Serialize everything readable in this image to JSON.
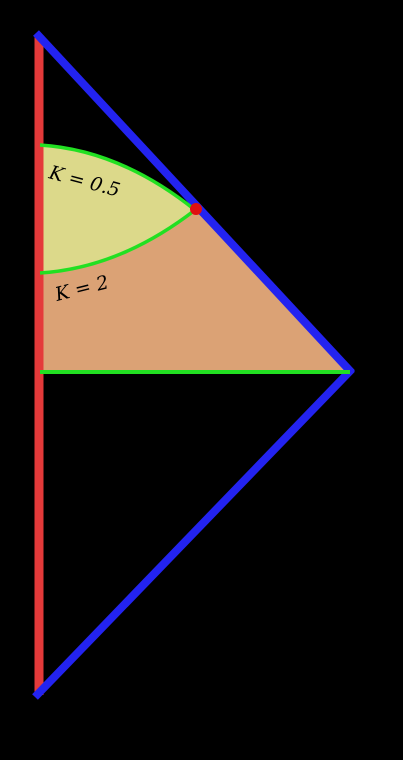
{
  "diagram": {
    "type": "penrose-diagram",
    "colors": {
      "background": "#000000",
      "null_boundary": "#2323f0",
      "timelike_boundary": "#e43a3a",
      "slice": "#22e022",
      "region_upper": "#dcd98a",
      "region_lower": "#dba275",
      "point": "#e01010"
    },
    "curves": [
      {
        "id": "k-half",
        "label": "K = 0.5"
      },
      {
        "id": "k-two",
        "label": "K = 2"
      }
    ]
  }
}
